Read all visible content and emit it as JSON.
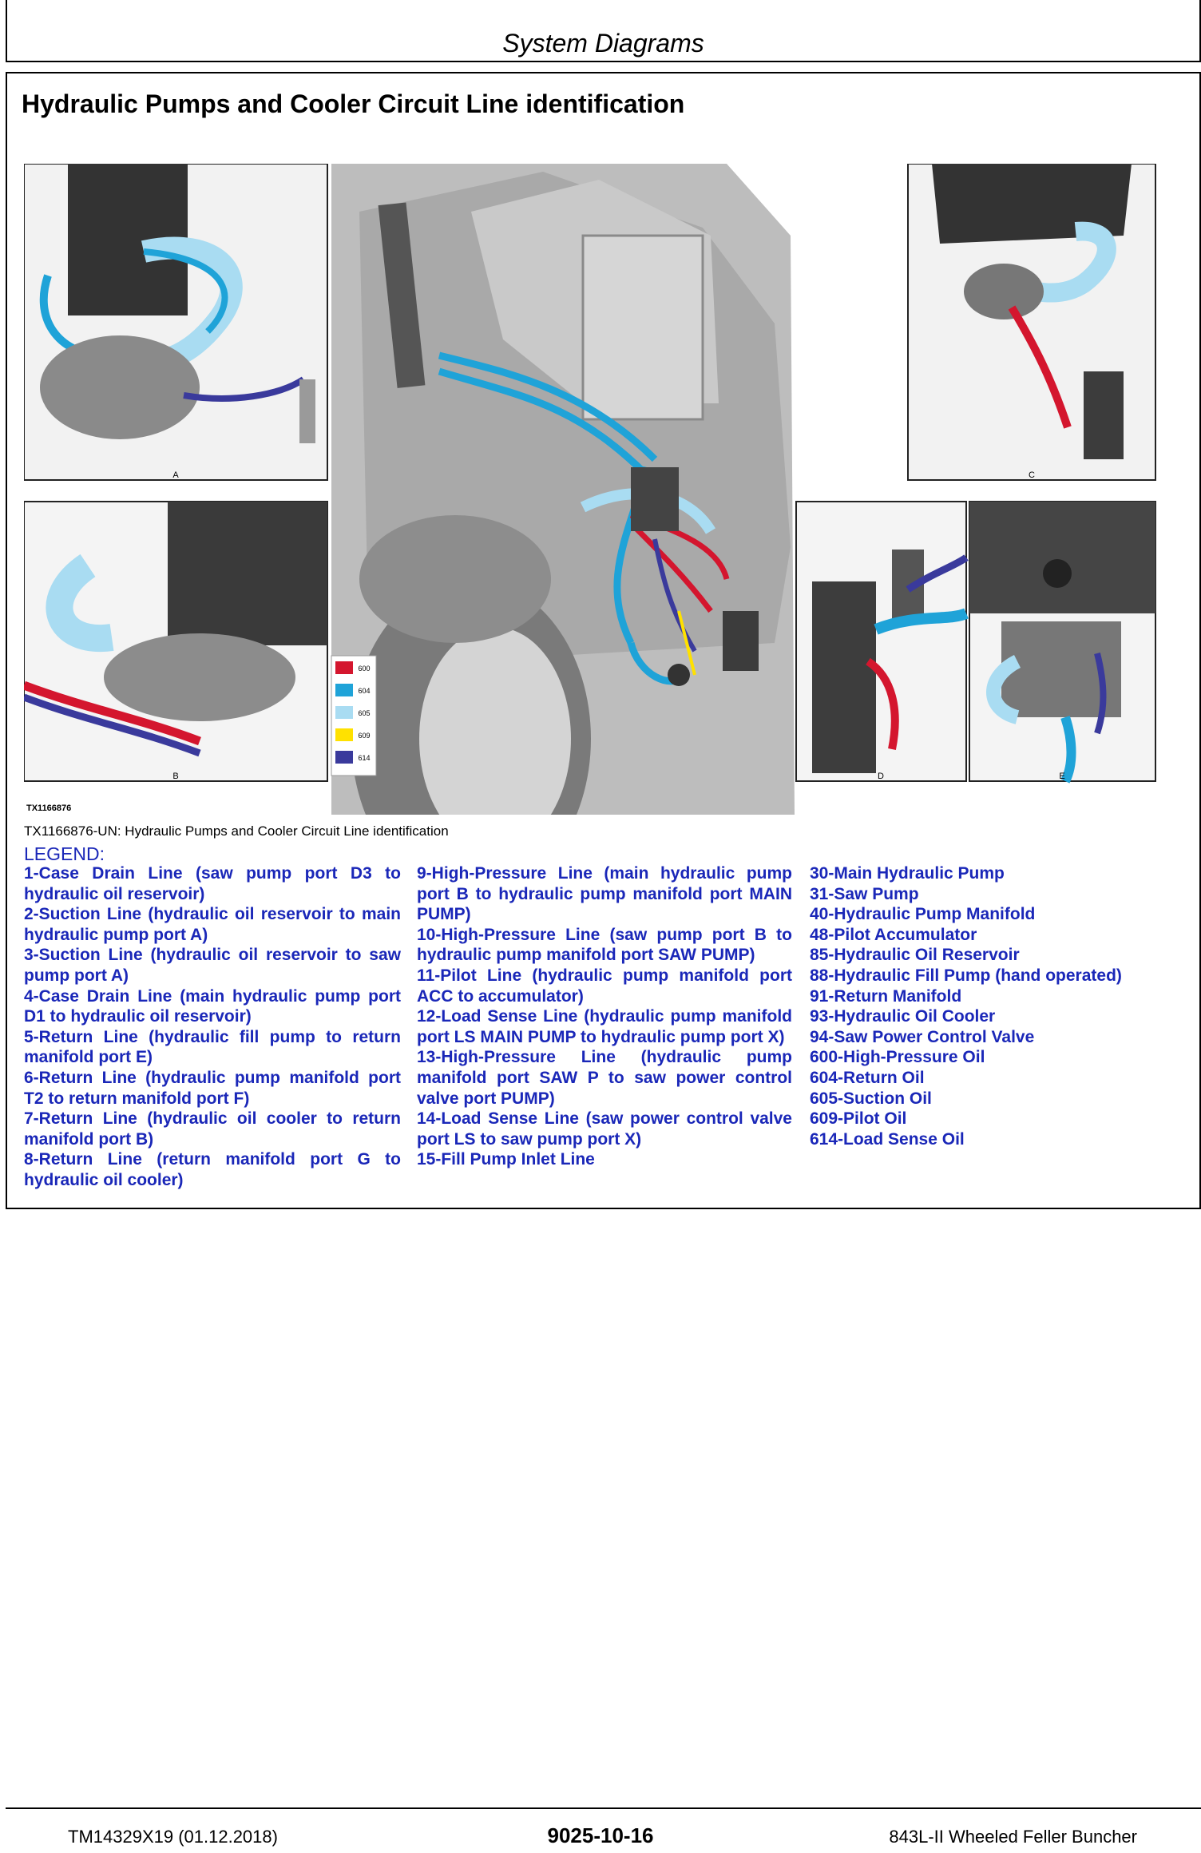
{
  "header": {
    "title": "System Diagrams"
  },
  "section": {
    "title": "Hydraulic Pumps and Cooler Circuit Line identification"
  },
  "figure": {
    "id": "TX1166876",
    "caption": "TX1166876-UN: Hydraulic Pumps and Cooler Circuit Line identification",
    "panel_labels": [
      "A",
      "B",
      "C",
      "D",
      "E"
    ],
    "color_key": [
      {
        "code": "600",
        "color": "#d4162e"
      },
      {
        "code": "604",
        "color": "#1fa3d8"
      },
      {
        "code": "605",
        "color": "#a9dcf2"
      },
      {
        "code": "609",
        "color": "#ffe100"
      },
      {
        "code": "614",
        "color": "#3a3a9c"
      }
    ]
  },
  "legend": {
    "title": "LEGEND:",
    "columns": [
      [
        "1-Case Drain Line (saw pump port D3 to hydraulic oil reservoir)",
        "2-Suction Line (hydraulic oil reservoir to main hydraulic pump port A)",
        "3-Suction Line (hydraulic oil reservoir to saw pump port A)",
        "4-Case Drain Line (main hydraulic pump port D1 to hydraulic oil reservoir)",
        "5-Return Line (hydraulic fill pump to return manifold port E)",
        "6-Return Line (hydraulic pump manifold port T2 to return manifold port F)",
        "7-Return Line (hydraulic oil cooler to return manifold port B)",
        "8-Return Line (return manifold port G to hydraulic oil cooler)"
      ],
      [
        "9-High-Pressure Line (main hydraulic pump port B to hydraulic pump manifold port MAIN PUMP)",
        "10-High-Pressure Line (saw pump port B to hydraulic pump manifold port SAW PUMP)",
        "11-Pilot Line (hydraulic pump manifold port ACC to accumulator)",
        "12-Load Sense Line (hydraulic pump manifold port LS MAIN PUMP to hydraulic pump port X)",
        "13-High-Pressure Line (hydraulic pump manifold port SAW P to saw power control valve port PUMP)",
        "14-Load Sense Line (saw power control valve port LS to saw pump port X)",
        "15-Fill Pump Inlet Line"
      ],
      [
        "30-Main Hydraulic Pump",
        "31-Saw Pump",
        "40-Hydraulic Pump Manifold",
        "48-Pilot Accumulator",
        "85-Hydraulic Oil Reservoir",
        "88-Hydraulic Fill Pump (hand operated)",
        "91-Return Manifold",
        "93-Hydraulic Oil Cooler",
        "94-Saw Power Control Valve",
        "600-High-Pressure Oil",
        "604-Return Oil",
        "605-Suction Oil",
        "609-Pilot Oil",
        "614-Load Sense Oil"
      ]
    ]
  },
  "footer": {
    "doc_id": "TM14329X19 (01.12.2018)",
    "page": "9025-10-16",
    "machine": "843L-II Wheeled Feller Buncher"
  }
}
